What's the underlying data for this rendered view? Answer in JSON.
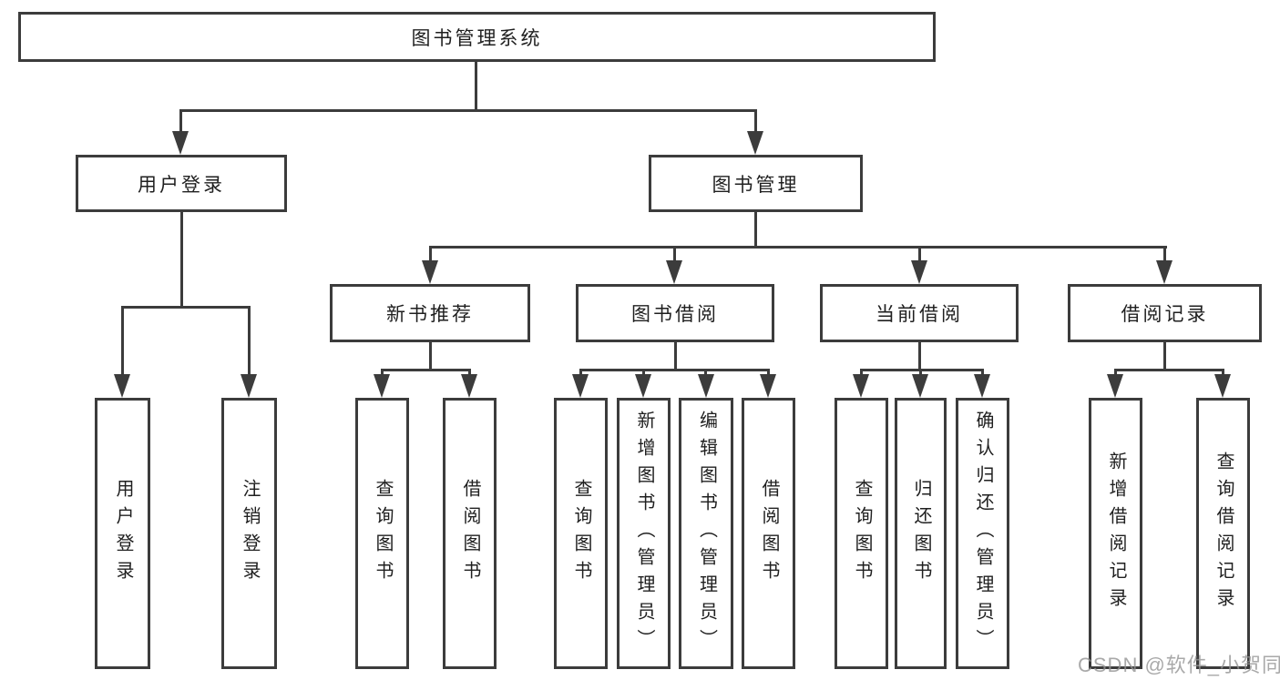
{
  "tree": {
    "root": {
      "label": "图书管理系统"
    },
    "userLogin": {
      "label": "用户登录",
      "children": [
        {
          "label": "用户登录"
        },
        {
          "label": "注销登录"
        }
      ]
    },
    "bookMgmt": {
      "label": "图书管理",
      "groups": [
        {
          "label": "新书推荐",
          "children": [
            {
              "label": "查询图书"
            },
            {
              "label": "借阅图书"
            }
          ]
        },
        {
          "label": "图书借阅",
          "children": [
            {
              "label": "查询图书"
            },
            {
              "label": "新增图书（管理员）"
            },
            {
              "label": "编辑图书（管理员）"
            },
            {
              "label": "借阅图书"
            }
          ]
        },
        {
          "label": "当前借阅",
          "children": [
            {
              "label": "查询图书"
            },
            {
              "label": "归还图书"
            },
            {
              "label": "确认归还（管理员）"
            }
          ]
        },
        {
          "label": "借阅记录",
          "children": [
            {
              "label": "新增借阅记录"
            },
            {
              "label": "查询借阅记录"
            }
          ]
        }
      ]
    }
  },
  "watermark": "CSDN @软件_小贺同学",
  "colors": {
    "line": "#3c3c3c",
    "text": "#1f1f1f",
    "watermark": "#949494"
  }
}
